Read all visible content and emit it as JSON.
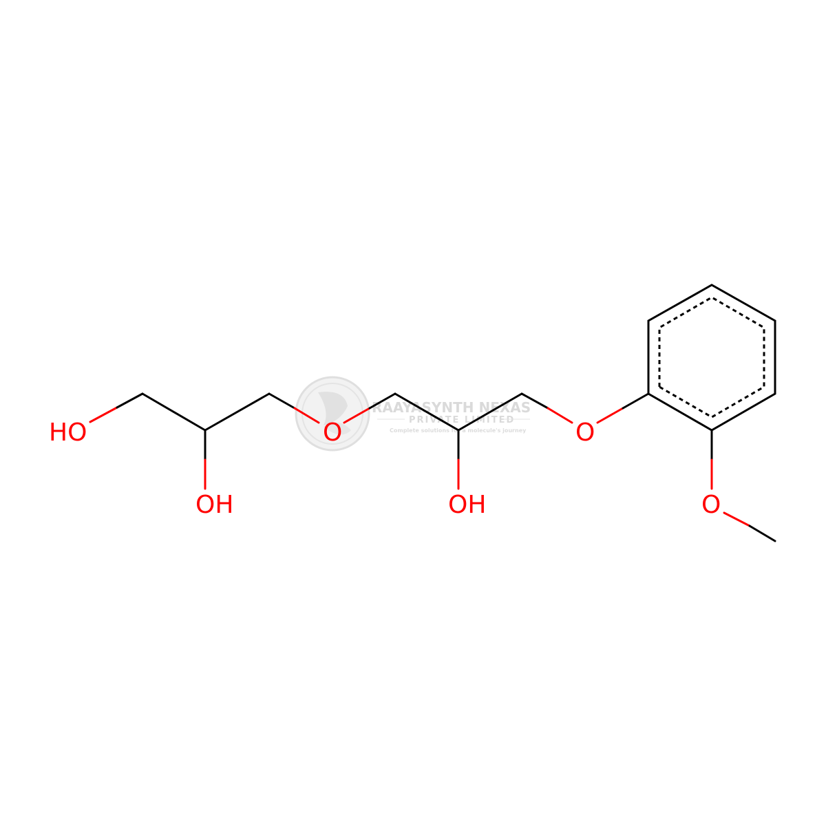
{
  "molecule": {
    "atoms": {
      "ho_terminal": "HO",
      "oh_secondary_1": "OH",
      "ether_oxygen": "O",
      "oh_secondary_2": "OH",
      "aryl_ether_oxygen": "O",
      "methoxy_oxygen": "O"
    },
    "colors": {
      "bond": "#000000",
      "oxygen": "#ff0000",
      "watermark": "#d6d6d6"
    }
  },
  "watermark": {
    "name": "RAAYASYNTH NEXAS",
    "subtitle": "PRIVATE LIMITED",
    "tagline": "Complete solutions for a molecule's journey"
  }
}
